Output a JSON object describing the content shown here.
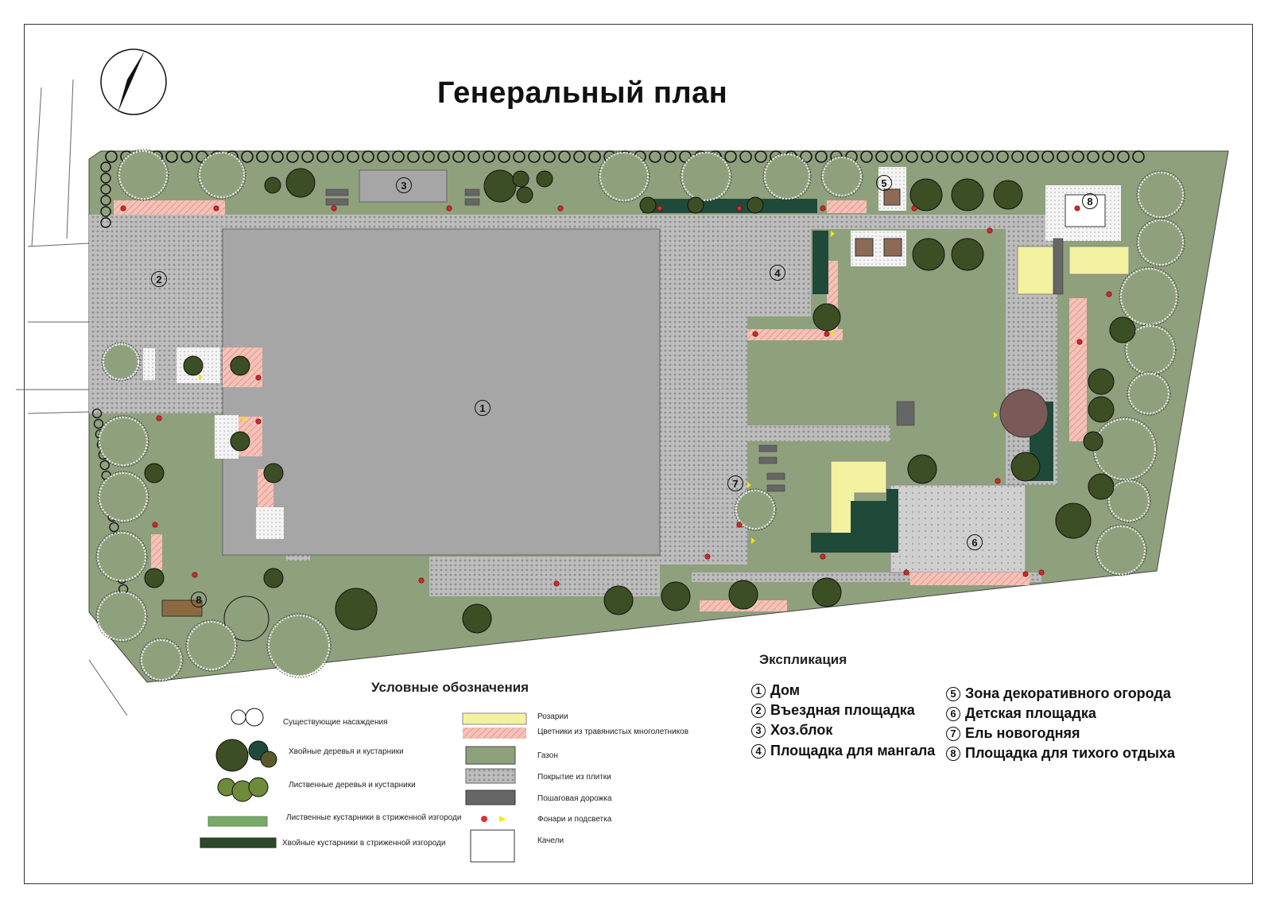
{
  "title": "Генеральный план",
  "colors": {
    "lawn": "#8fa07d",
    "house": "#a6a6a6",
    "paving": "#b8b8b8",
    "dark_hedge": "#1f4a3a",
    "conifer": "#3c4e24",
    "flowerbed": "#f2b8ae",
    "rosary": "#f2f2a0"
  },
  "plan_markers": [
    "1",
    "2",
    "3",
    "4",
    "5",
    "6",
    "7",
    "8",
    "8"
  ],
  "legend": {
    "title": "Условные обозначения",
    "items": [
      {
        "label": "Существующие насаждения",
        "icon": "existing-trees-icon"
      },
      {
        "label": "Хвойные деревья и кустарники",
        "icon": "conifer-icon"
      },
      {
        "label": "Лиственные деревья и кустарники",
        "icon": "deciduous-icon"
      },
      {
        "label": "Лиственные кустарники в стриженной изгороди",
        "icon": "deciduous-hedge-icon"
      },
      {
        "label": "Хвойные кустарники в стриженной изгороди",
        "icon": "conifer-hedge-icon"
      },
      {
        "label": "Розарии",
        "icon": "rosary-swatch"
      },
      {
        "label": "Цветники из травянистых многолетников",
        "icon": "flowerbed-swatch"
      },
      {
        "label": "Газон",
        "icon": "lawn-swatch"
      },
      {
        "label": "Покрытие из плитки",
        "icon": "tile-swatch"
      },
      {
        "label": "Пошаговая дорожка",
        "icon": "stepping-path-swatch"
      },
      {
        "label": "Фонари и подсветка",
        "icon": "lamp-icon"
      },
      {
        "label": "Качели",
        "icon": "swing-icon"
      }
    ]
  },
  "explication": {
    "title": "Экспликация",
    "items": [
      {
        "num": "1",
        "label": "Дом"
      },
      {
        "num": "2",
        "label": "Въездная площадка"
      },
      {
        "num": "3",
        "label": "Хоз.блок"
      },
      {
        "num": "4",
        "label": "Площадка для мангала"
      },
      {
        "num": "5",
        "label": "Зона декоративного огорода"
      },
      {
        "num": "6",
        "label": "Детская площадка"
      },
      {
        "num": "7",
        "label": "Ель новогодняя"
      },
      {
        "num": "8",
        "label": "Площадка для тихого отдыха"
      }
    ]
  }
}
